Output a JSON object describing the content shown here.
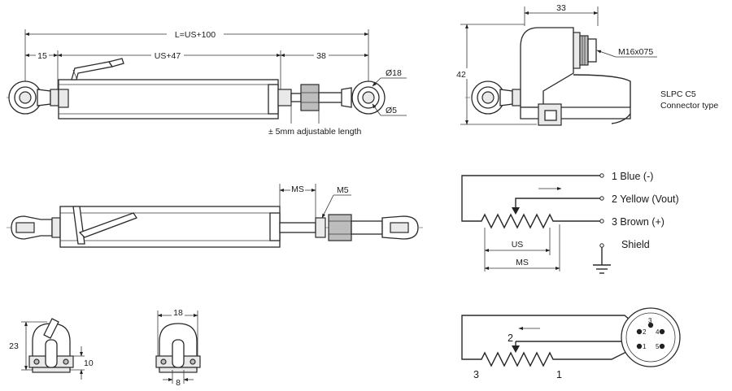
{
  "side_view": {
    "total_length": "L=US+100",
    "left_offset": "15",
    "body_length": "US+47",
    "right_offset": "38",
    "eye_diameter": "Ø18",
    "hole_diameter": "Ø5",
    "adjust_note": "± 5mm adjustable length"
  },
  "connector_view": {
    "width": "33",
    "height": "42",
    "thread": "M16x075",
    "model": "SLPC C5",
    "model_note": "Connector type"
  },
  "top_view": {
    "ms_label": "MS",
    "rod_thread": "M5"
  },
  "end_views": {
    "height": "23",
    "foot": "10",
    "width": "18",
    "slot": "8"
  },
  "schematic": {
    "wires": [
      "1 Blue (-)",
      "2 Yellow (Vout)",
      "3 Brown (+)",
      "Shield"
    ],
    "us_label": "US",
    "ms_label": "MS"
  },
  "pinout": {
    "wiper_label": "2",
    "left_terminal": "3",
    "right_terminal": "1",
    "pins": [
      "1",
      "2",
      "3",
      "4",
      "5"
    ]
  }
}
